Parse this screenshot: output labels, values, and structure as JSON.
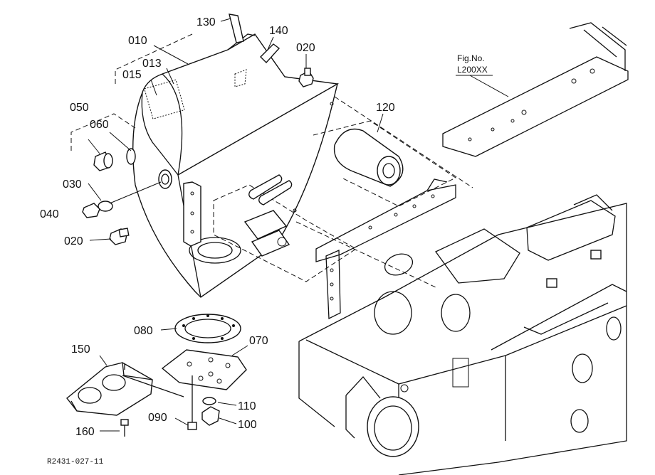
{
  "callouts": {
    "c130": "130",
    "c140": "140",
    "c010": "010",
    "c013": "013",
    "c015": "015",
    "c020a": "020",
    "c050": "050",
    "c060": "060",
    "c120": "120",
    "c030": "030",
    "c040": "040",
    "c020b": "020",
    "c080": "080",
    "c070": "070",
    "c150": "150",
    "c110": "110",
    "c090": "090",
    "c100": "100",
    "c160": "160"
  },
  "figref": {
    "label": "Fig.No.",
    "number": "L200XX"
  },
  "footer": {
    "code": "R2431-027-11"
  }
}
